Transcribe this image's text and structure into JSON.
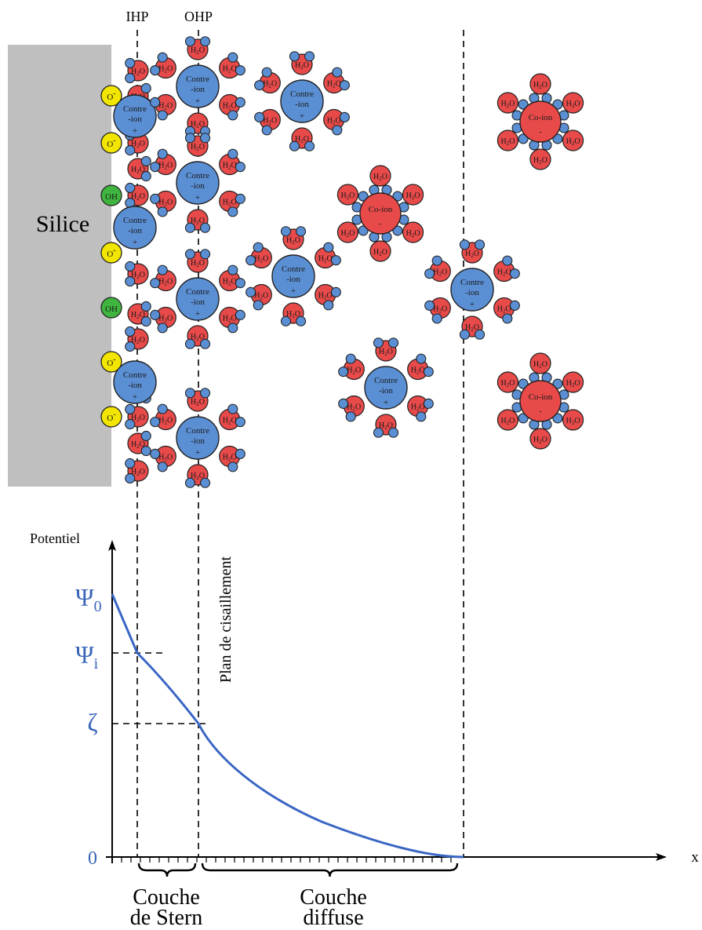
{
  "labels": {
    "ihp": "IHP",
    "ohp": "OHP",
    "silice": "Silice",
    "potentiel": "Potentiel",
    "psi0_main": "Ψ",
    "psi0_sub": "0",
    "psii_main": "Ψ",
    "psii_sub": "i",
    "zeta": "ζ",
    "zero": "0",
    "x": "x",
    "plan": "Plan de cisaillement",
    "stern_1": "Couche",
    "stern_2": "de Stern",
    "diffuse_1": "Couche",
    "diffuse_2": "diffuse"
  },
  "surface_groups": [
    "O-",
    "O-",
    "OH",
    "O-",
    "OH",
    "O-",
    "O-"
  ],
  "ions": {
    "counter_line1": "Contre",
    "counter_line2": "-ion",
    "counter_sign": "+",
    "co_label": "Co-ion",
    "co_sign": "-",
    "water": "H2O"
  },
  "colors": {
    "silica": "#bfbfbf",
    "counter_ion": "#5b8fd4",
    "co_ion": "#e84a4a",
    "water_red": "#e84a4a",
    "water_blue": "#5b8fd4",
    "oxide_yellow": "#f2e600",
    "hydroxyl_green": "#3fb53f",
    "curve": "#3a66c4",
    "accent_text": "#3a66b8"
  },
  "icons": [
    "silica-surface",
    "counter-ion",
    "co-ion",
    "water-molecule"
  ]
}
